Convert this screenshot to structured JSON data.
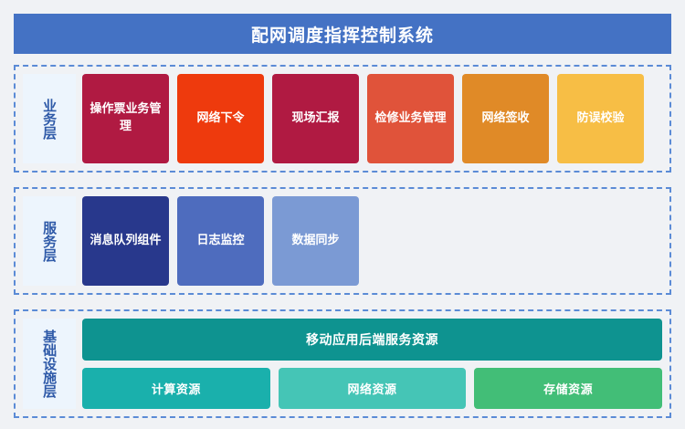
{
  "header": {
    "title": "配网调度指挥控制系统",
    "bg_color": "#4472C4",
    "text_color": "#FFFFFF"
  },
  "theme": {
    "page_bg": "#F0F2F5",
    "dash_border_color": "#5B8BD6",
    "label_bg": "#EDF5FD",
    "label_text": "#2F5AA8"
  },
  "layers": [
    {
      "id": "business",
      "label": "业务层",
      "cards": [
        {
          "label": "操作票业务管理",
          "color": "#B01A42"
        },
        {
          "label": "网络下令",
          "color": "#EE3A0D"
        },
        {
          "label": "现场汇报",
          "color": "#B01A42"
        },
        {
          "label": "检修业务管理",
          "color": "#E0533A"
        },
        {
          "label": "网络签收",
          "color": "#E08A27"
        },
        {
          "label": "防误校验",
          "color": "#F7BE45"
        }
      ]
    },
    {
      "id": "service",
      "label": "服务层",
      "cards": [
        {
          "label": "消息队列组件",
          "color": "#28388C"
        },
        {
          "label": "日志监控",
          "color": "#4E6CBE"
        },
        {
          "label": "数据同步",
          "color": "#7B9AD4"
        }
      ]
    },
    {
      "id": "infrastructure",
      "label": "基础设施层",
      "banner": {
        "label": "移动应用后端服务资源",
        "color": "#0E9390"
      },
      "cells": [
        {
          "label": "计算资源",
          "color": "#1AB0AC"
        },
        {
          "label": "网络资源",
          "color": "#45C5B6"
        },
        {
          "label": "存储资源",
          "color": "#42BE77"
        }
      ]
    }
  ]
}
